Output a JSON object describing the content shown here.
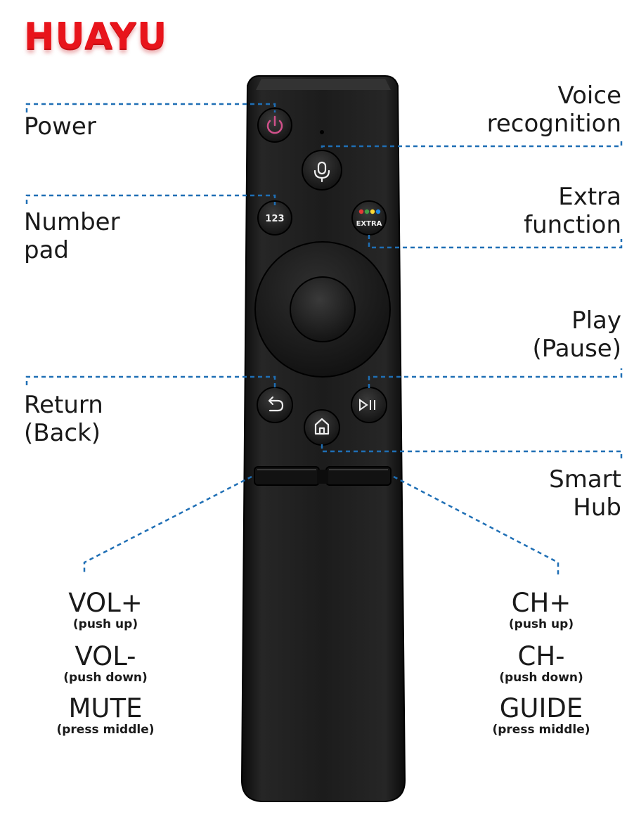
{
  "brand": {
    "name": "HUAYU",
    "color": "#e8141b"
  },
  "accent_color": "#1f6fb5",
  "labels": {
    "power": "Power",
    "voice_line1": "Voice",
    "voice_line2": "recognition",
    "number_line1": "Number",
    "number_line2": "pad",
    "extra_line1": "Extra",
    "extra_line2": "function",
    "play_line1": "Play",
    "play_line2": "(Pause)",
    "return_line1": "Return",
    "return_line2": "(Back)",
    "smarthub_line1": "Smart",
    "smarthub_line2": "Hub"
  },
  "volume": {
    "up": "VOL+",
    "up_hint": "(push up)",
    "down": "VOL-",
    "down_hint": "(push down)",
    "mute": "MUTE",
    "mute_hint": "(press middle)"
  },
  "channel": {
    "up": "CH+",
    "up_hint": "(push up)",
    "down": "CH-",
    "down_hint": "(push down)",
    "guide": "GUIDE",
    "guide_hint": "(press middle)"
  },
  "remote": {
    "number_button": "123",
    "extra_button": "EXTRA",
    "icons": [
      "power-icon",
      "microphone-icon",
      "back-arrow-icon",
      "play-pause-icon",
      "home-icon"
    ]
  }
}
